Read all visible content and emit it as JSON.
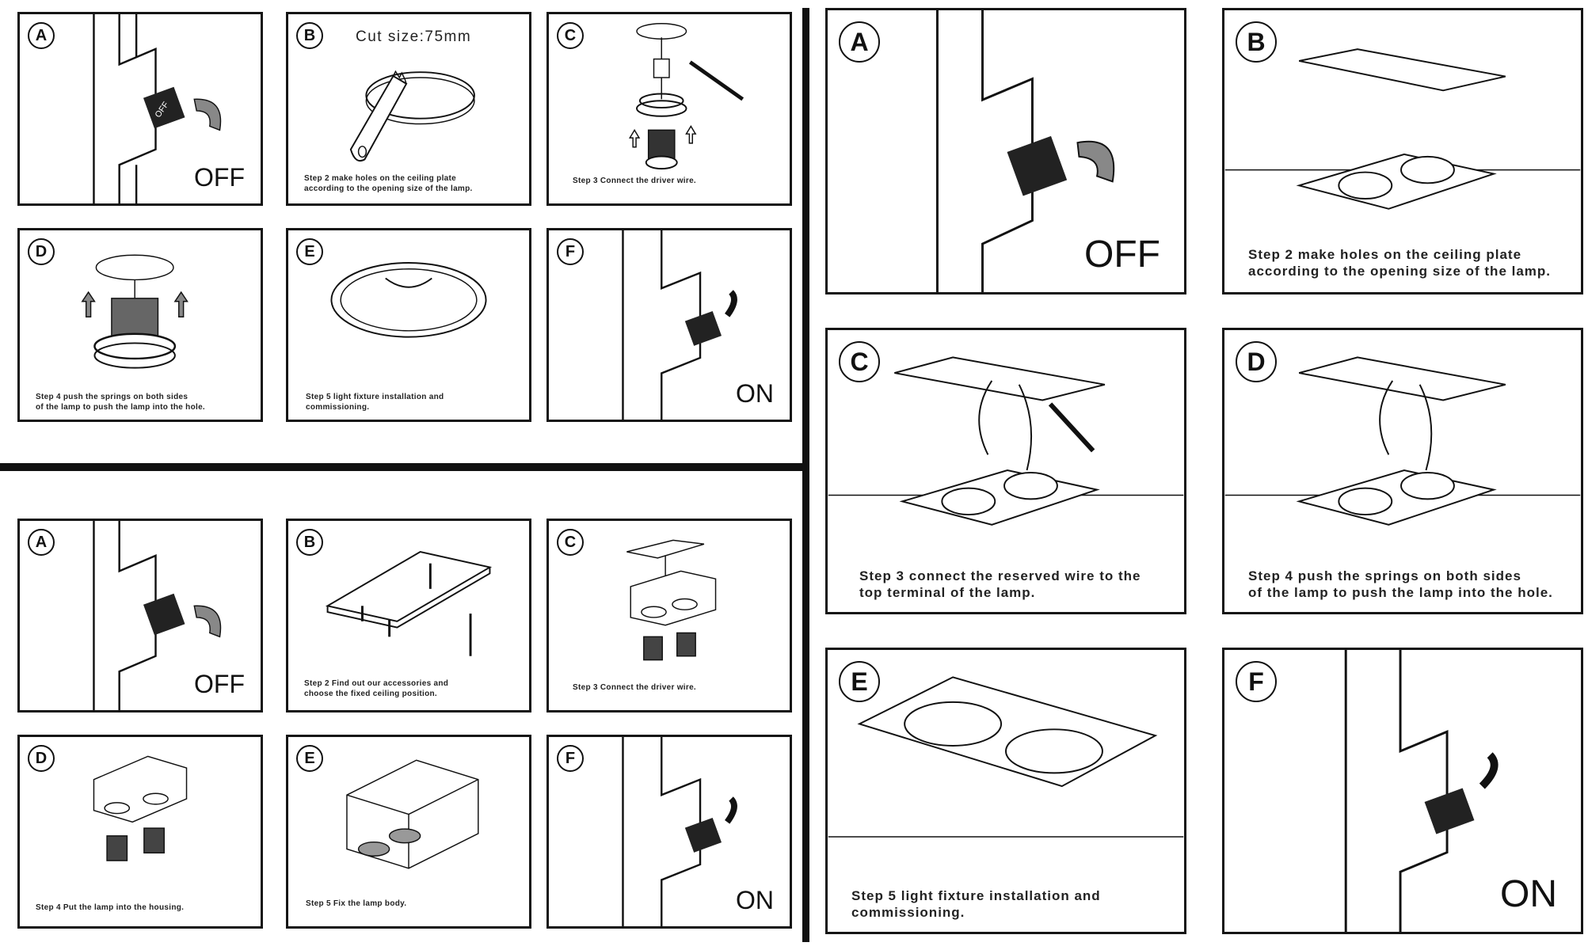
{
  "sets": {
    "round": {
      "a": {
        "letter": "A",
        "label": "OFF"
      },
      "b": {
        "letter": "B",
        "cut_size": "Cut size:75mm",
        "caption": "Step 2 make holes on the ceiling plate\naccording to the opening size of the lamp."
      },
      "c": {
        "letter": "C",
        "caption": "Step 3 Connect the driver wire."
      },
      "d": {
        "letter": "D",
        "caption": "Step 4 push the springs on both sides\nof the lamp to push the lamp into the hole."
      },
      "e": {
        "letter": "E",
        "caption": "Step 5 light fixture installation and\ncommissioning."
      },
      "f": {
        "letter": "F",
        "label": "ON"
      }
    },
    "surface": {
      "a": {
        "letter": "A",
        "label": "OFF"
      },
      "b": {
        "letter": "B",
        "caption": "Step 2 Find out our accessories and\nchoose the fixed ceiling position."
      },
      "c": {
        "letter": "C",
        "caption": "Step 3 Connect the driver wire."
      },
      "d": {
        "letter": "D",
        "caption": "Step 4 Put the lamp into the housing."
      },
      "e": {
        "letter": "E",
        "caption": "Step 5 Fix the lamp body."
      },
      "f": {
        "letter": "F",
        "label": "ON"
      }
    },
    "double": {
      "a": {
        "letter": "A",
        "label": "OFF"
      },
      "b": {
        "letter": "B",
        "caption": "Step 2 make holes on the ceiling plate\naccording to the opening size of the lamp."
      },
      "c": {
        "letter": "C",
        "caption": "Step 3 connect the reserved wire to the\ntop terminal of the lamp."
      },
      "d": {
        "letter": "D",
        "caption": "Step 4 push the springs on both sides\nof the lamp to push the lamp into the hole."
      },
      "e": {
        "letter": "E",
        "caption": "Step 5 light fixture installation and\ncommissioning."
      },
      "f": {
        "letter": "F",
        "label": "ON"
      }
    }
  },
  "switch_text": {
    "off": "OFF",
    "on": "ON"
  }
}
